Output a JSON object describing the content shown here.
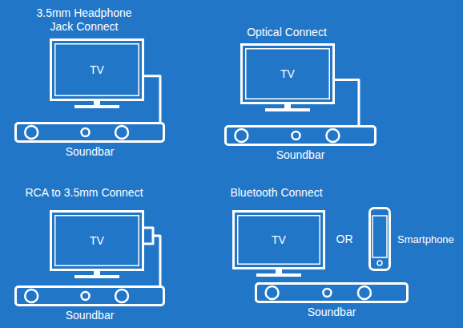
{
  "diagram": {
    "nodes": [
      {
        "text": [
          "TV"
        ]
      },
      {
        "text": [
          "Soundbar"
        ]
      },
      {
        "text": [
          "TV"
        ]
      },
      {
        "text": [
          "Soundbar"
        ]
      },
      {
        "text": [
          "TV"
        ]
      },
      {
        "text": [
          "Soundbar"
        ]
      },
      {
        "text": [
          "TV"
        ]
      },
      {
        "text": [
          "Smartphone"
        ]
      },
      {
        "text": [
          "Soundbar"
        ]
      }
    ],
    "edges": [
      {
        "from": 0,
        "to": 1,
        "arrow": "none"
      },
      {
        "from": 2,
        "to": 3,
        "arrow": "none"
      },
      {
        "from": 4,
        "to": 5,
        "arrow": "none"
      }
    ],
    "labels": [
      "3.5mm Headphone Jack Connect",
      "Optical Connect",
      "RCA to 3.5mm Connect",
      "Bluetooth Connect",
      "OR"
    ]
  }
}
